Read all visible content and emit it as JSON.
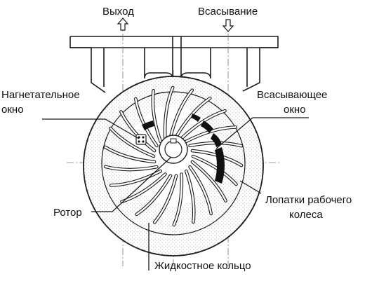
{
  "labels": {
    "outlet": "Выход",
    "suction": "Всасывание",
    "discharge_port": [
      "Нагнетательное",
      "окно"
    ],
    "suction_port": [
      "Всасывающее",
      "окно"
    ],
    "impeller_blades": [
      "Лопатки рабочего",
      "колеса"
    ],
    "rotor": "Ротор",
    "liquid_ring": "Жидкостное кольцо"
  },
  "colors": {
    "line": "#1a1a1a",
    "text": "#111111",
    "port_fill": "#111111",
    "liquid_stipple": "#8a8a8a",
    "background": "#ffffff"
  },
  "icons": {
    "outlet_arrow": "arrow-up-icon",
    "suction_arrow": "arrow-down-icon"
  }
}
